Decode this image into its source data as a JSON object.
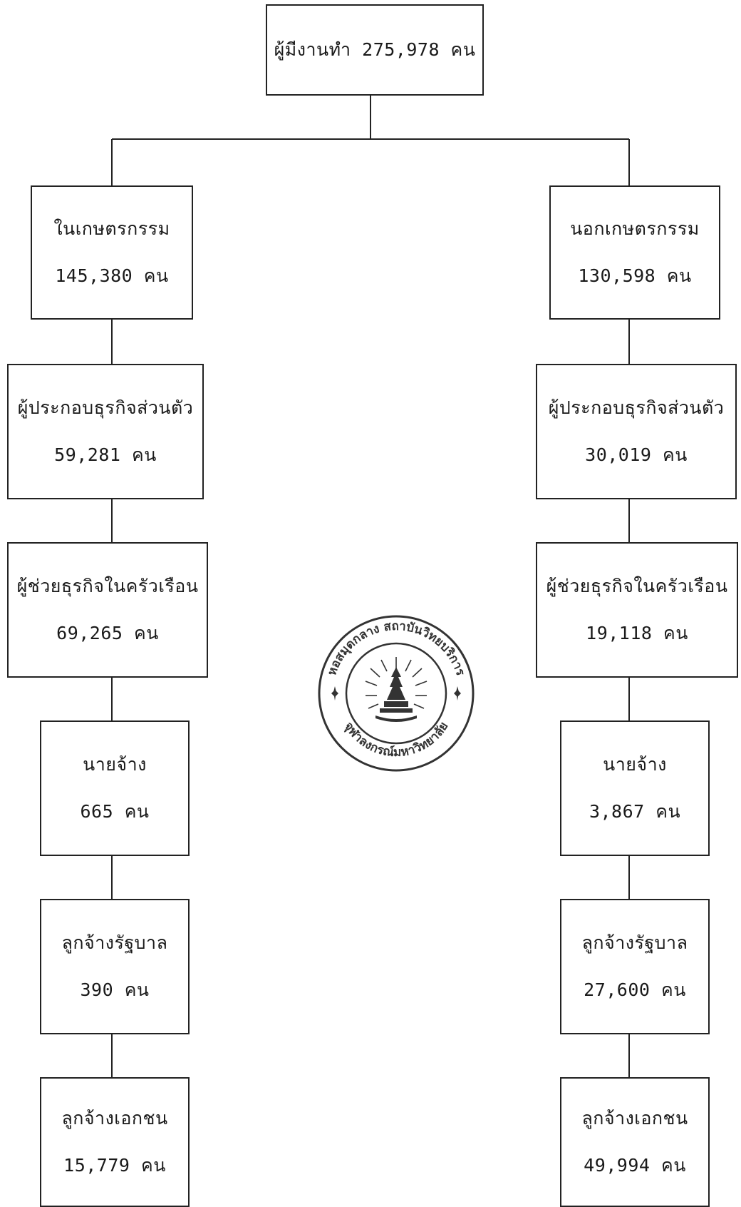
{
  "root": {
    "label": "ผู้มีงานทำ 275,978 คน"
  },
  "left": [
    {
      "title": "ในเกษตรกรรม",
      "value": "145,380 คน"
    },
    {
      "title": "ผู้ประกอบธุรกิจส่วนตัว",
      "value": "59,281 คน"
    },
    {
      "title": "ผู้ช่วยธุรกิจในครัวเรือน",
      "value": "69,265 คน"
    },
    {
      "title": "นายจ้าง",
      "value": "665 คน"
    },
    {
      "title": "ลูกจ้างรัฐบาล",
      "value": "390 คน"
    },
    {
      "title": "ลูกจ้างเอกชน",
      "value": "15,779 คน"
    }
  ],
  "right": [
    {
      "title": "นอกเกษตรกรรม",
      "value": "130,598 คน"
    },
    {
      "title": "ผู้ประกอบธุรกิจส่วนตัว",
      "value": "30,019 คน"
    },
    {
      "title": "ผู้ช่วยธุรกิจในครัวเรือน",
      "value": "19,118 คน"
    },
    {
      "title": "นายจ้าง",
      "value": "3,867 คน"
    },
    {
      "title": "ลูกจ้างรัฐบาล",
      "value": "27,600 คน"
    },
    {
      "title": "ลูกจ้างเอกชน",
      "value": "49,994 คน"
    }
  ],
  "seal": {
    "top_text": "หอสมุดกลาง สถาบันวิทยบริการ",
    "bottom_text": "จุฬาลงกรณ์มหาวิทยาลัย"
  }
}
